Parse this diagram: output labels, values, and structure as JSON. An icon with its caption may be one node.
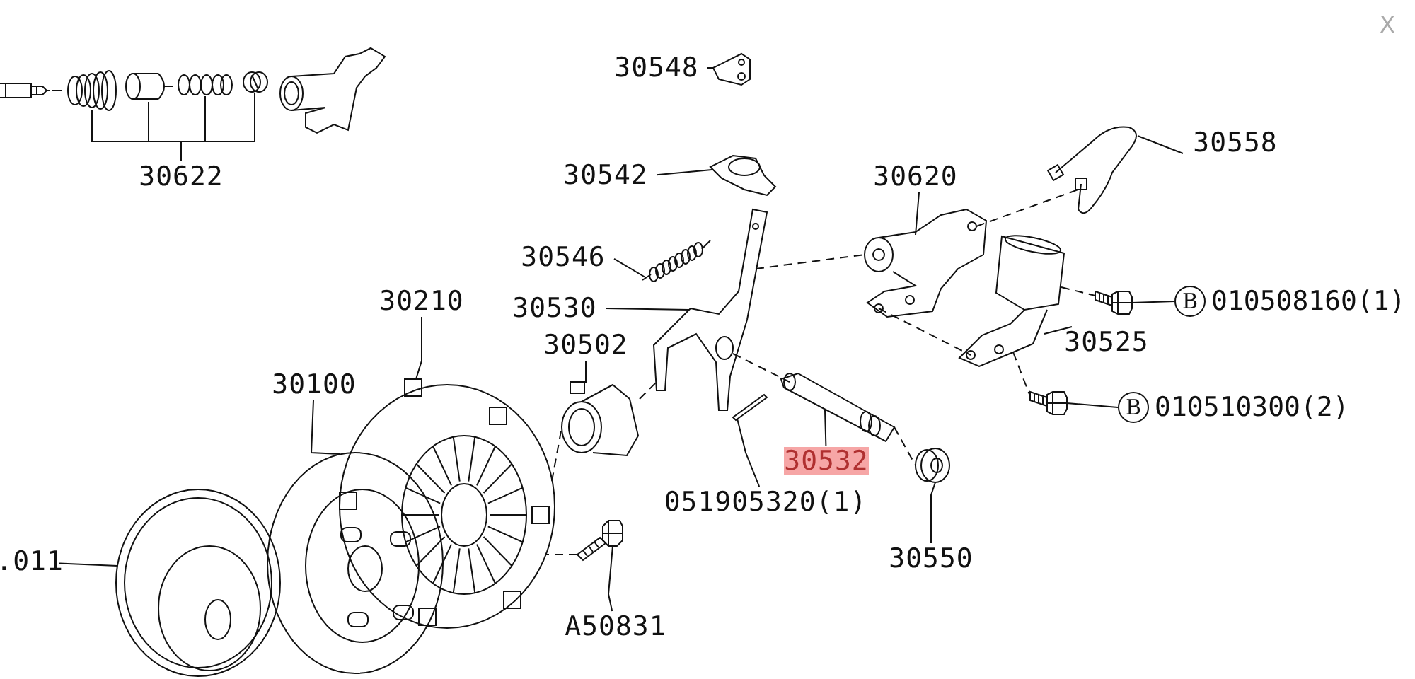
{
  "diagram": {
    "nodes": [
      {
        "text": [
          "30548"
        ]
      },
      {
        "text": [],
        "shape": "picture"
      },
      {
        "text": [],
        "shape": "picture"
      },
      {
        "text": [],
        "shape": "picture"
      },
      {
        "text": [],
        "shape": "picture"
      },
      {
        "text": [],
        "shape": "picture"
      },
      {
        "text": [],
        "shape": "picture"
      },
      {
        "text": [],
        "shape": "picture"
      },
      {
        "text": [
          "30622"
        ]
      },
      {
        "text": [
          "30558"
        ]
      },
      {
        "text": [],
        "shape": "picture"
      },
      {
        "text": [
          "30542"
        ]
      },
      {
        "text": [],
        "shape": "picture"
      },
      {
        "text": [
          "30620"
        ]
      },
      {
        "text": [],
        "shape": "picture"
      },
      {
        "text": [
          "30546"
        ]
      },
      {
        "text": [],
        "shape": "picture"
      },
      {
        "text": [],
        "shape": "picture"
      },
      {
        "text": [
          "30530"
        ]
      },
      {
        "text": [],
        "shape": "picture"
      },
      {
        "text": [
          "30210"
        ]
      },
      {
        "text": [
          "30502"
        ]
      },
      {
        "text": [
          "B"
        ],
        "beside": [
          "010508160(1)"
        ]
      },
      {
        "text": [],
        "shape": "picture"
      },
      {
        "text": [
          "30525"
        ]
      },
      {
        "text": [
          "30100"
        ]
      },
      {
        "text": [],
        "shape": "picture"
      },
      {
        "text": [
          "B"
        ],
        "beside": [
          "010510300(2)"
        ]
      },
      {
        "text": [],
        "shape": "picture"
      },
      {
        "text": [],
        "shape": "picture"
      },
      {
        "text": [],
        "shape": "picture"
      },
      {
        "text": [
          "30532"
        ]
      },
      {
        "text": [],
        "shape": "picture"
      },
      {
        "text": [
          "051905320(1)"
        ]
      },
      {
        "text": [
          ".011"
        ]
      },
      {
        "text": [],
        "shape": "picture"
      },
      {
        "text": [],
        "shape": "picture"
      },
      {
        "text": [],
        "shape": "picture"
      },
      {
        "text": [],
        "shape": "picture"
      },
      {
        "text": [
          "30550"
        ]
      },
      {
        "text": [
          "A50831"
        ]
      }
    ],
    "edges": [
      {
        "from": 0,
        "to": 1,
        "arrow": "none"
      },
      {
        "from": 8,
        "to": 3,
        "arrow": "none"
      },
      {
        "from": 8,
        "to": 4,
        "arrow": "none"
      },
      {
        "from": 8,
        "to": 5,
        "arrow": "none"
      },
      {
        "from": 8,
        "to": 6,
        "arrow": "none"
      },
      {
        "from": 9,
        "to": 10,
        "arrow": "none"
      },
      {
        "from": 11,
        "to": 12,
        "arrow": "none"
      },
      {
        "from": 13,
        "to": 14,
        "arrow": "none"
      },
      {
        "from": 15,
        "to": 16,
        "arrow": "none"
      },
      {
        "from": 18,
        "to": 19,
        "arrow": "none"
      },
      {
        "from": 20,
        "to": 37,
        "arrow": "none"
      },
      {
        "from": 21,
        "to": 26,
        "arrow": "none"
      },
      {
        "from": 22,
        "to": 23,
        "arrow": "none"
      },
      {
        "from": 24,
        "to": 17,
        "arrow": "none"
      },
      {
        "from": 25,
        "to": 36,
        "arrow": "none"
      },
      {
        "from": 27,
        "to": 28,
        "arrow": "none"
      },
      {
        "from": 31,
        "to": 30,
        "arrow": "none"
      },
      {
        "from": 33,
        "to": 29,
        "arrow": "none"
      },
      {
        "from": 34,
        "to": 35,
        "arrow": "none"
      },
      {
        "from": 39,
        "to": 32,
        "arrow": "none"
      },
      {
        "from": 40,
        "to": 38,
        "arrow": "none"
      },
      {
        "from": 2,
        "to": 3,
        "arrow": "none",
        "style": "dashed"
      },
      {
        "from": 19,
        "to": 14,
        "arrow": "none",
        "style": "dashed"
      },
      {
        "from": 14,
        "to": 10,
        "arrow": "none",
        "style": "dashed"
      },
      {
        "from": 14,
        "to": 17,
        "arrow": "none",
        "style": "dashed"
      },
      {
        "from": 17,
        "to": 23,
        "arrow": "none",
        "style": "dashed"
      },
      {
        "from": 17,
        "to": 28,
        "arrow": "none",
        "style": "dashed"
      },
      {
        "from": 26,
        "to": 19,
        "arrow": "none",
        "style": "dashed"
      },
      {
        "from": 37,
        "to": 26,
        "arrow": "none",
        "style": "dashed"
      },
      {
        "from": 19,
        "to": 30,
        "arrow": "none",
        "style": "dashed"
      },
      {
        "from": 30,
        "to": 32,
        "arrow": "none",
        "style": "dashed"
      },
      {
        "from": 38,
        "to": 37,
        "arrow": "none",
        "style": "dashed"
      }
    ],
    "labels": [
      "X"
    ]
  }
}
